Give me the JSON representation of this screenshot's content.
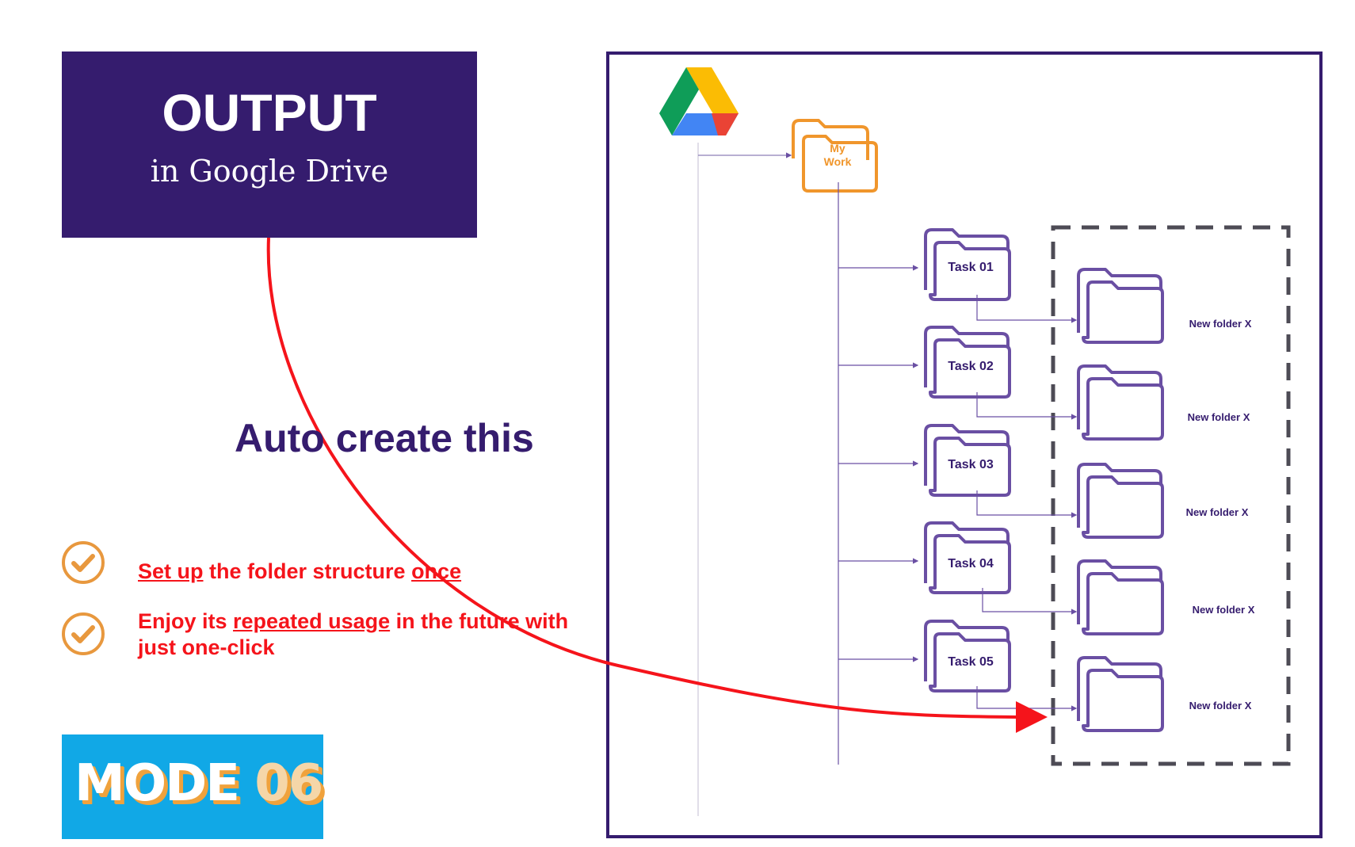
{
  "title": {
    "main": "OUTPUT",
    "sub": "in Google Drive"
  },
  "headline": "Auto create this",
  "bullets": [
    {
      "parts": [
        {
          "text": "Set up",
          "u": true
        },
        {
          "text": " the folder structure ",
          "u": false
        },
        {
          "text": "once",
          "u": true
        }
      ]
    },
    {
      "parts": [
        {
          "text": "Enjoy its ",
          "u": false
        },
        {
          "text": "repeated usage",
          "u": true
        },
        {
          "text": " in the future with just one-click",
          "u": false
        }
      ]
    }
  ],
  "badge": {
    "word": "MODE",
    "number": "06"
  },
  "diagram": {
    "root_icon": "google-drive-icon",
    "root_folder": {
      "line1": "My",
      "line2": "Work"
    },
    "tasks": [
      "Task 01",
      "Task 02",
      "Task 03",
      "Task 04",
      "Task 05"
    ],
    "subfolders": [
      "New folder X",
      "New folder X",
      "New folder X",
      "New folder X",
      "New folder X"
    ]
  },
  "colors": {
    "primary": "#351c6e",
    "accent_red": "#f5141b",
    "folder_orange": "#f0962c",
    "folder_purple": "#6a4fa3",
    "badge_blue": "#11a8e6",
    "check_orange": "#e8983e"
  }
}
